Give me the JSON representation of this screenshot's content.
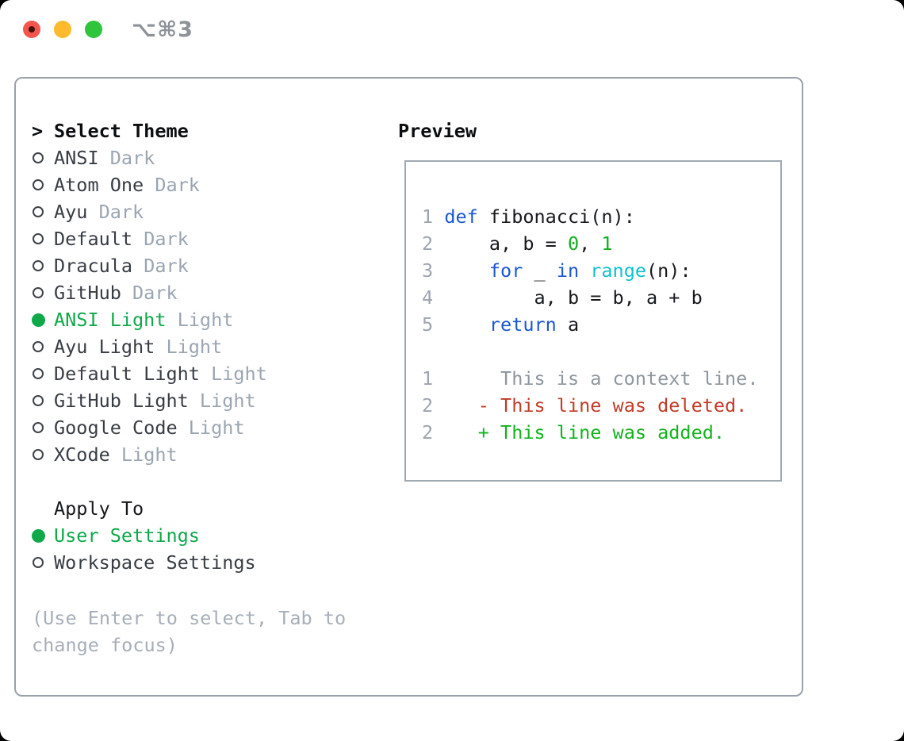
{
  "window": {
    "title": "⌥⌘3",
    "traffic_lights": [
      {
        "name": "close",
        "color": "#f4564e",
        "has_inner_dot": true,
        "dot_color": "#43100a"
      },
      {
        "name": "minimize",
        "color": "#fcba2c",
        "has_inner_dot": false
      },
      {
        "name": "zoom",
        "color": "#2ec43c",
        "has_inner_dot": false
      }
    ]
  },
  "theme_panel": {
    "header": {
      "prompt": ">",
      "label": "Select Theme"
    },
    "themes": [
      {
        "name": "ANSI",
        "variant": "Dark",
        "selected": false
      },
      {
        "name": "Atom One",
        "variant": "Dark",
        "selected": false
      },
      {
        "name": "Ayu",
        "variant": "Dark",
        "selected": false
      },
      {
        "name": "Default",
        "variant": "Dark",
        "selected": false
      },
      {
        "name": "Dracula",
        "variant": "Dark",
        "selected": false
      },
      {
        "name": "GitHub",
        "variant": "Dark",
        "selected": false
      },
      {
        "name": "ANSI Light",
        "variant": "Light",
        "selected": true
      },
      {
        "name": "Ayu Light",
        "variant": "Light",
        "selected": false
      },
      {
        "name": "Default Light",
        "variant": "Light",
        "selected": false
      },
      {
        "name": "GitHub Light",
        "variant": "Light",
        "selected": false
      },
      {
        "name": "Google Code",
        "variant": "Light",
        "selected": false
      },
      {
        "name": "XCode",
        "variant": "Light",
        "selected": false
      }
    ],
    "apply_to": {
      "label": "Apply To",
      "options": [
        {
          "label": "User Settings",
          "selected": true
        },
        {
          "label": "Workspace Settings",
          "selected": false
        }
      ]
    },
    "help_lines": [
      "(Use Enter to select, Tab to",
      "change focus)"
    ]
  },
  "preview": {
    "label": "Preview",
    "lines": [
      {
        "num": "1",
        "segments": [
          {
            "text": "def",
            "type": "keyword"
          },
          {
            "text": " fibonacci(n):",
            "type": "plain"
          }
        ]
      },
      {
        "num": "2",
        "segments": [
          {
            "text": "    a, b = ",
            "type": "plain"
          },
          {
            "text": "0",
            "type": "number"
          },
          {
            "text": ", ",
            "type": "plain"
          },
          {
            "text": "1",
            "type": "number"
          }
        ]
      },
      {
        "num": "3",
        "segments": [
          {
            "text": "    ",
            "type": "plain"
          },
          {
            "text": "for",
            "type": "keyword"
          },
          {
            "text": " _ ",
            "type": "plain"
          },
          {
            "text": "in",
            "type": "keyword"
          },
          {
            "text": " ",
            "type": "plain"
          },
          {
            "text": "range",
            "type": "builtin"
          },
          {
            "text": "(n):",
            "type": "plain"
          }
        ]
      },
      {
        "num": "4",
        "segments": [
          {
            "text": "        a, b = b, a + b",
            "type": "plain"
          }
        ]
      },
      {
        "num": "5",
        "segments": [
          {
            "text": "    ",
            "type": "plain"
          },
          {
            "text": "return",
            "type": "keyword"
          },
          {
            "text": " a",
            "type": "plain"
          }
        ]
      },
      {
        "num": "",
        "segments": []
      },
      {
        "num": "1",
        "segments": [
          {
            "text": "     This is a context line.",
            "type": "context"
          }
        ]
      },
      {
        "num": "2",
        "segments": [
          {
            "text": "   ",
            "type": "plain"
          },
          {
            "text": "- This line was deleted.",
            "type": "deleted"
          }
        ]
      },
      {
        "num": "2",
        "segments": [
          {
            "text": "   ",
            "type": "plain"
          },
          {
            "text": "+ This line was added.",
            "type": "added"
          }
        ]
      }
    ]
  },
  "colors": {
    "selection_green": "#0fa94a",
    "keyword_blue": "#1c57d2",
    "builtin_cyan": "#0fc1cd",
    "number_green": "#10b01e",
    "added_green": "#12b41d",
    "deleted_red": "#c33b28",
    "context_gray": "#8e969e",
    "line_number_gray": "#9ca4b0",
    "variant_gray": "#9aa5b1",
    "help_gray": "#a6aeb8",
    "panel_border": "#99a1ab",
    "text_dark": "#17191d"
  }
}
